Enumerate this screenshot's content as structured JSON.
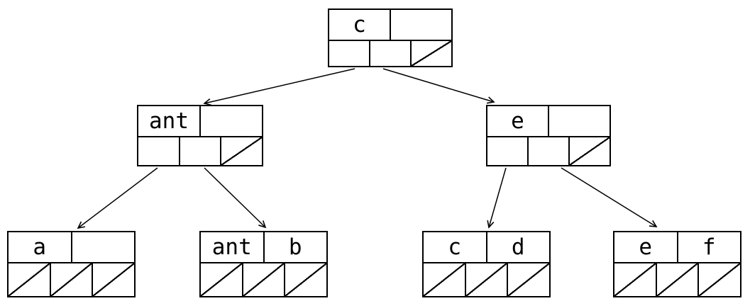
{
  "tree": {
    "description": "2-3 tree node diagram with key rows and pointer rows; slashed cells are null pointers",
    "nodes": {
      "root": {
        "keys": [
          "c",
          ""
        ],
        "pointers": [
          "child",
          "child",
          "null"
        ]
      },
      "ant": {
        "keys": [
          "ant",
          ""
        ],
        "pointers": [
          "child",
          "child",
          "null"
        ]
      },
      "e": {
        "keys": [
          "e",
          ""
        ],
        "pointers": [
          "child",
          "child",
          "null"
        ]
      },
      "leaf_a": {
        "keys": [
          "a",
          ""
        ],
        "pointers": [
          "null",
          "null",
          "null"
        ]
      },
      "leaf_ant_b": {
        "keys": [
          "ant",
          "b"
        ],
        "pointers": [
          "null",
          "null",
          "null"
        ]
      },
      "leaf_c_d": {
        "keys": [
          "c",
          "d"
        ],
        "pointers": [
          "null",
          "null",
          "null"
        ]
      },
      "leaf_e_f": {
        "keys": [
          "e",
          "f"
        ],
        "pointers": [
          "null",
          "null",
          "null"
        ]
      }
    },
    "edges": [
      {
        "from": "root",
        "to": "ant"
      },
      {
        "from": "root",
        "to": "e"
      },
      {
        "from": "ant",
        "to": "leaf_a"
      },
      {
        "from": "ant",
        "to": "leaf_ant_b"
      },
      {
        "from": "e",
        "to": "leaf_c_d"
      },
      {
        "from": "e",
        "to": "leaf_e_f"
      }
    ],
    "colors": {
      "line": "#000000",
      "background": "#ffffff"
    }
  }
}
